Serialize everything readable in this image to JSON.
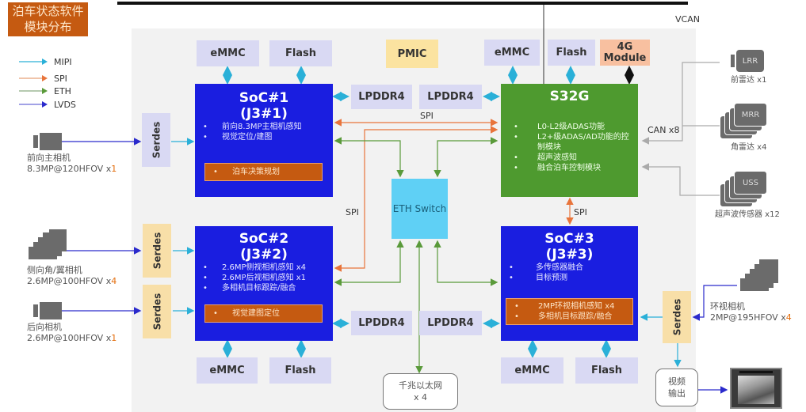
{
  "title": "泊车状态软件模块分布",
  "legend": [
    {
      "label": "MIPI",
      "color": "#2ab0d8"
    },
    {
      "label": "SPI",
      "color": "#e8743b"
    },
    {
      "label": "ETH",
      "color": "#5a9a3a"
    },
    {
      "label": "LVDS",
      "color": "#2a2acc"
    }
  ],
  "bus_label": "VCAN",
  "memory": {
    "emmc": "eMMC",
    "flash": "Flash",
    "lpddr4": "LPDDR4",
    "pmic": "PMIC",
    "module_4g": "4G Module"
  },
  "soc1": {
    "title": "SoC#1",
    "subtitle": "(J3#1)",
    "items": [
      "前向8.3MP主相机感知",
      "视觉定位/建图"
    ],
    "highlight": [
      "泊车决策规划"
    ]
  },
  "soc2": {
    "title": "SoC#2",
    "subtitle": "(J3#2)",
    "items": [
      "2.6MP侧视相机感知 x4",
      "2.6MP后视相机感知 x1",
      "多相机目标跟踪/融合"
    ],
    "highlight": [
      "视觉建图定位"
    ]
  },
  "soc3": {
    "title": "SoC#3",
    "subtitle": "(J3#3)",
    "items": [
      "多传感器融合",
      "目标预测"
    ],
    "highlight": [
      "2MP环视相机感知 x4",
      "多相机目标跟踪/融合"
    ]
  },
  "s32g": {
    "title": "S32G",
    "items": [
      "L0-L2级ADAS功能",
      "L2+级ADAS/AD功能的控制模块",
      "超声波感知",
      "融合泊车控制模块"
    ]
  },
  "eth_switch": "ETH Switch",
  "serdes": "Serdes",
  "spi_label": "SPI",
  "can_label": "CAN x8",
  "cameras": {
    "front": {
      "name": "前向主相机",
      "spec": "8.3MP@120HFOV x",
      "count": "1"
    },
    "side": {
      "name": "侧向角/翼相机",
      "spec": "2.6MP@100HFOV x",
      "count": "4"
    },
    "rear": {
      "name": "后向相机",
      "spec": "2.6MP@100HFOV x",
      "count": "1"
    },
    "surround": {
      "name": "环视相机",
      "spec": "2MP@195HFOV x",
      "count": "4"
    }
  },
  "radars": {
    "lrr": {
      "icon": "LRR",
      "label": "前雷达 x1"
    },
    "mrr": {
      "icon": "MRR",
      "label": "角雷达 x4"
    },
    "uss": {
      "icon": "USS",
      "label": "超声波传感器 x12"
    }
  },
  "ethernet": {
    "line1": "千兆以太网",
    "line2": "x 4"
  },
  "video_out": {
    "line1": "视频",
    "line2": "输出"
  }
}
